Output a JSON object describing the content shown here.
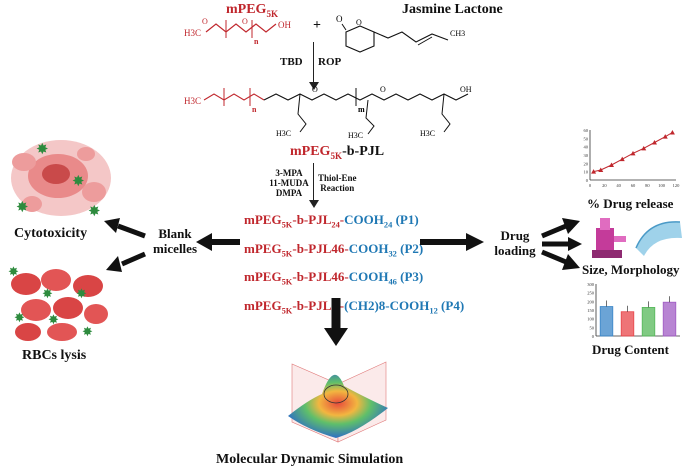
{
  "colors": {
    "red": "#c0272d",
    "blue": "#1f78b4",
    "black": "#111111",
    "arrow": "#222222"
  },
  "header": {
    "mpeg": "mPEG",
    "mpeg_sub": "5K",
    "plus": "+",
    "jasmine": "Jasmine Lactone",
    "mpeg_formula": {
      "h3c": "H3C",
      "o": "O",
      "n": "n",
      "oh": "OH"
    },
    "lactone_formula": {
      "o": "O",
      "ch3": "CH3"
    }
  },
  "rop": {
    "label_left": "TBD",
    "label_right": "ROP"
  },
  "polymer_formula": {
    "h3c": "H3C",
    "o": "O",
    "n": "n",
    "m": "m",
    "oh": "OH",
    "h3c_a": "H3C",
    "h3c_b": "H3C",
    "h3c_c": "H3C"
  },
  "pjl": {
    "prefix": "mPEG",
    "sub": "5K",
    "suffix": "-b-PJL"
  },
  "thiol": {
    "reagents": [
      "3-MPA",
      "11-MUDA",
      "DMPA"
    ],
    "reaction": [
      "Thiol-Ene",
      "Reaction"
    ]
  },
  "products": [
    {
      "pre": "mPEG",
      "sub": "5K",
      "mid": "-b-PJL",
      "n": "24",
      "dash": "-",
      "cooh": "COOH",
      "c": "24",
      "tag": "(P1)"
    },
    {
      "pre": "mPEG",
      "sub": "5K",
      "mid": "-b-PJL46-",
      "n": "",
      "dash": "",
      "cooh": "COOH",
      "c": "32",
      "tag": "(P2)"
    },
    {
      "pre": "mPEG",
      "sub": "5K",
      "mid": "-b-PJL46-",
      "n": "",
      "dash": "",
      "cooh": "COOH",
      "c": "46",
      "tag": "(P3)"
    },
    {
      "pre": "mPEG",
      "sub": "5K",
      "mid": "-b-PJL",
      "n": "13",
      "dash": "-",
      "cooh": "(CH2)8-COOH",
      "c": "12",
      "tag": "(P4)"
    }
  ],
  "blank_micelles": "Blank micelles",
  "drug_loading": "Drug loading",
  "cytotoxicity": "Cytotoxicity",
  "rbc_lysis": "RBCs lysis",
  "drug_release": "% Drug release",
  "size_morphology": "Size, Morphology",
  "drug_content": "Drug Content",
  "md_simulation": "Molecular Dynamic Simulation",
  "release_plot": {
    "x_ticks": [
      "0",
      "20",
      "40",
      "60",
      "80",
      "100",
      "120"
    ],
    "y_ticks": [
      "0",
      "10",
      "20",
      "30",
      "40",
      "50",
      "60"
    ],
    "points": [
      [
        5,
        10
      ],
      [
        15,
        12
      ],
      [
        30,
        18
      ],
      [
        45,
        25
      ],
      [
        60,
        32
      ],
      [
        75,
        38
      ],
      [
        90,
        45
      ],
      [
        105,
        52
      ],
      [
        115,
        57
      ]
    ]
  },
  "content_plot": {
    "y_ticks": [
      "0",
      "50",
      "100",
      "150",
      "200",
      "250",
      "300"
    ],
    "values": [
      170,
      140,
      165,
      195
    ],
    "bar_colors": [
      "#3a86c8",
      "#e8454a",
      "#55b85a",
      "#a05cc4"
    ]
  }
}
